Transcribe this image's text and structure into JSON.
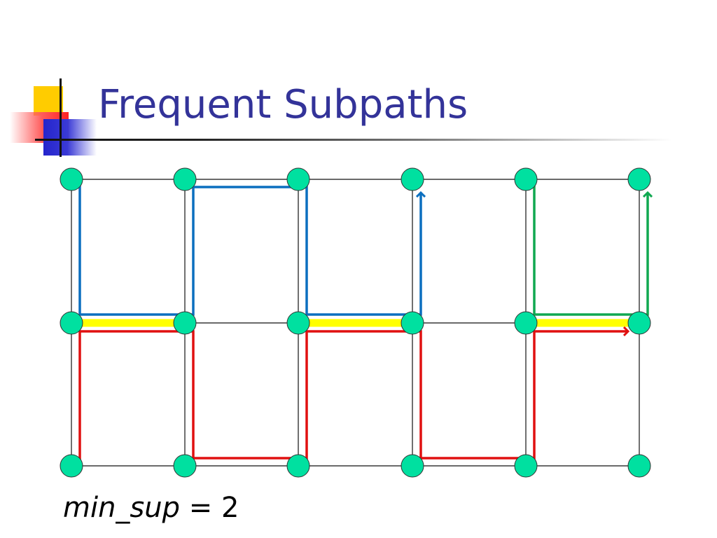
{
  "slide": {
    "title": "Frequent Subpaths",
    "footnote": {
      "variable": "min_sup",
      "operator": " = ",
      "value": "2"
    }
  },
  "diagram": {
    "grid": {
      "columns": 6,
      "rows": 3
    },
    "colors": {
      "node": "#00e0a0",
      "edge": "#111111",
      "path_blue": "#0b6fbf",
      "path_red": "#e01010",
      "path_green": "#10a850",
      "highlight_yellow": "#ffff00"
    }
  }
}
